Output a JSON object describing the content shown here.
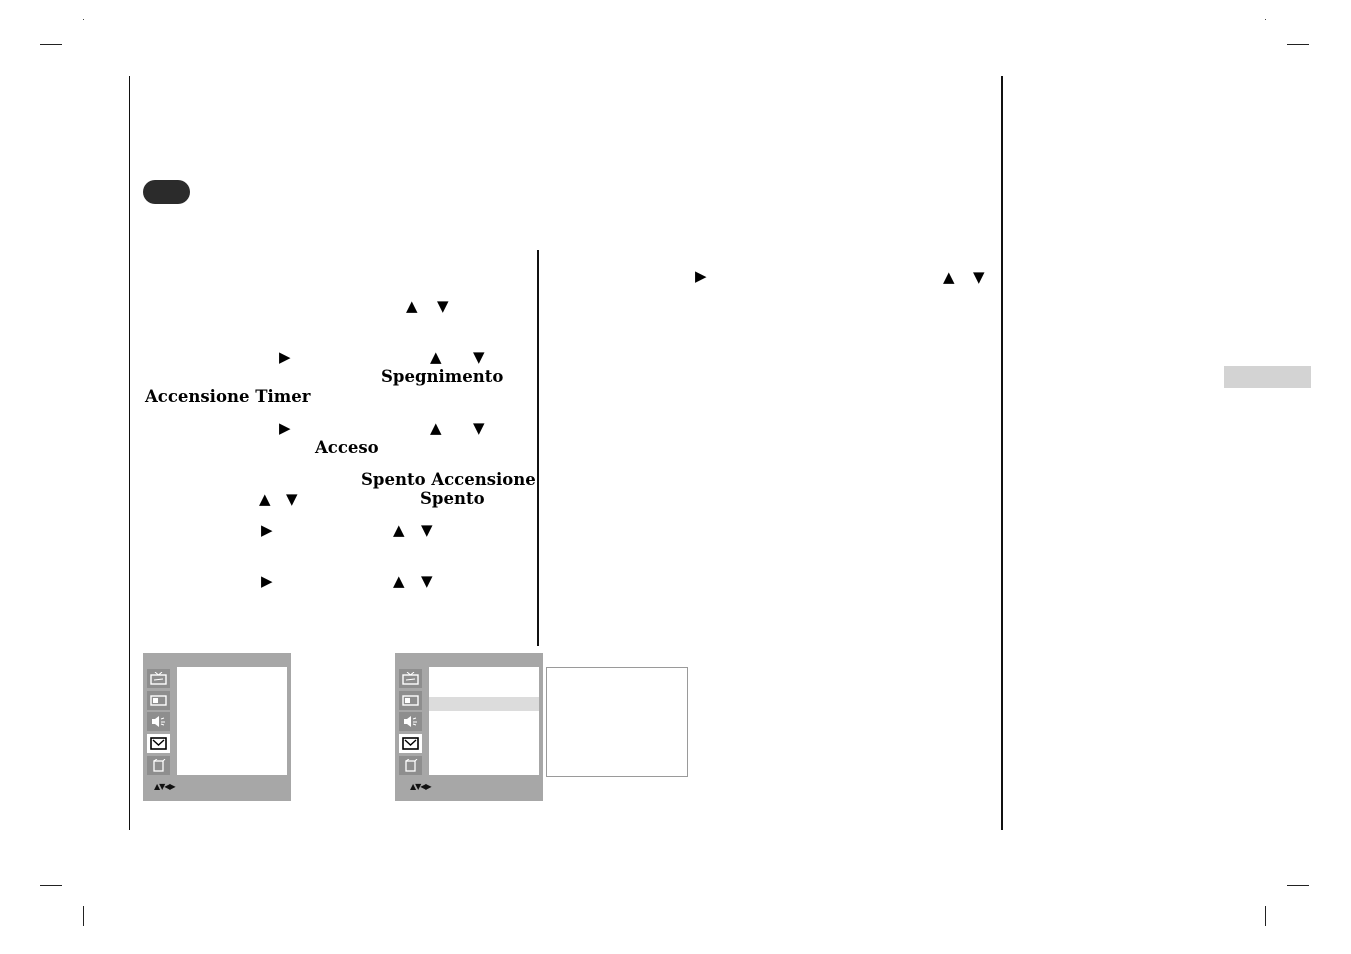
{
  "symbols": {
    "right": "▶",
    "up": "▲",
    "down": "▼",
    "nav_arrows": "▲▼◀▶"
  },
  "text": {
    "spegnimento": "Spegnimento",
    "accensione_timer": "Accensione Timer",
    "acceso": "Acceso",
    "spento_accensione": "Spento Accensione",
    "spento": "Spento"
  },
  "osd_menu": {
    "icons": [
      "tv-station-icon",
      "picture-icon",
      "sound-icon",
      "timer-clock-icon",
      "special-menu-icon"
    ],
    "active_icon": "timer-clock-icon"
  },
  "colors": {
    "panel_bg": "#a7a7a7",
    "icon_bg": "#8e8e8e",
    "highlight_row": "#dcdcdc",
    "pill": "#2b2b2b",
    "side_tab": "#d3d3d3"
  }
}
